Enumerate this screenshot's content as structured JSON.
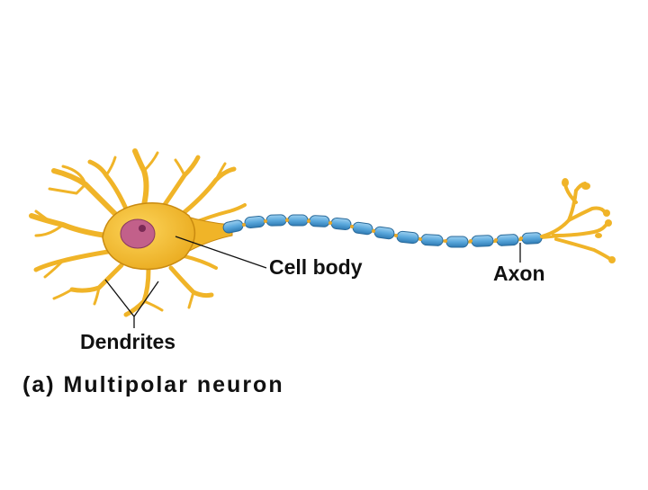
{
  "labels": {
    "cell_body": "Cell body",
    "axon": "Axon",
    "dendrites": "Dendrites"
  },
  "caption": "(a) Multipolar neuron",
  "colors": {
    "neuron_fill": "#f3bd2c",
    "neuron_stroke": "#c98a10",
    "myelin_fill": "#5aa8dc",
    "myelin_stroke": "#2a6a9a",
    "nucleus_fill": "#c2608a",
    "leader_line": "#111111"
  }
}
